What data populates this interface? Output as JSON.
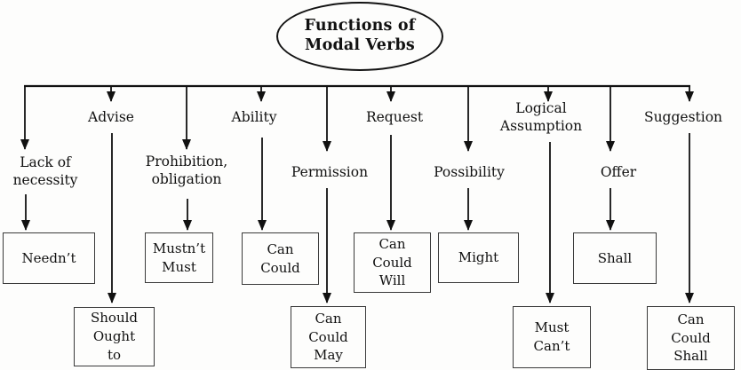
{
  "title": {
    "text": "Functions of\nModal Verbs"
  },
  "branches": [
    {
      "id": "lack-of-necessity",
      "function": "Lack of\nnecessity",
      "verbs": "Needn’t"
    },
    {
      "id": "advise",
      "function": "Advise",
      "verbs": "Should\nOught\nto"
    },
    {
      "id": "prohibition-obligation",
      "function": "Prohibition,\nobligation",
      "verbs": "Mustn’t\nMust"
    },
    {
      "id": "ability",
      "function": "Ability",
      "verbs": "Can\nCould"
    },
    {
      "id": "permission",
      "function": "Permission",
      "verbs": "Can\nCould\nMay"
    },
    {
      "id": "request",
      "function": "Request",
      "verbs": "Can\nCould\nWill"
    },
    {
      "id": "possibility",
      "function": "Possibility",
      "verbs": "Might"
    },
    {
      "id": "logical-assumption",
      "function": "Logical\nAssumption",
      "verbs": "Must\nCan’t"
    },
    {
      "id": "offer",
      "function": "Offer",
      "verbs": "Shall"
    },
    {
      "id": "suggestion",
      "function": "Suggestion",
      "verbs": "Can\nCould\nShall"
    }
  ]
}
